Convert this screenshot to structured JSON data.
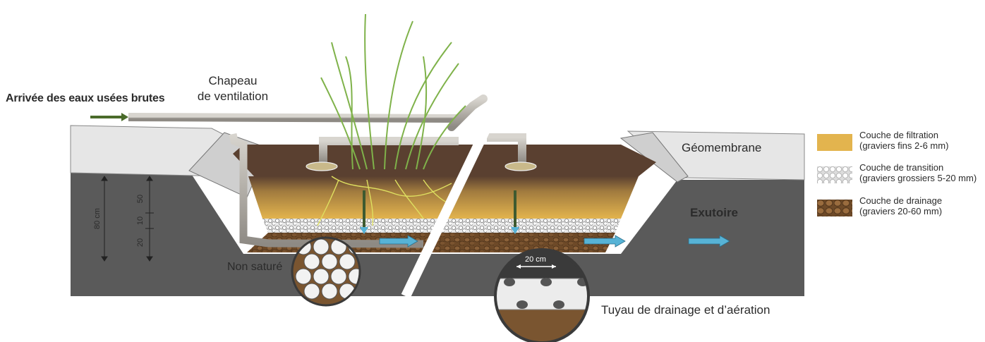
{
  "labels": {
    "arrivee": "Arrivée des eaux usées brutes",
    "chapeau_line1": "Chapeau",
    "chapeau_line2": "de ventilation",
    "geomembrane": "Géomembrane",
    "exutoire": "Exutoire",
    "non_sature": "Non saturé",
    "tuyau": "Tuyau de drainage et d’aération",
    "spacing": "20 cm"
  },
  "dimensions": {
    "total": "80 cm",
    "layer_top": "50",
    "layer_mid": "10",
    "layer_bottom": "20"
  },
  "legend": [
    {
      "line1": "Couche de filtration",
      "line2": "(graviers fins 2-6 mm)",
      "color": "#e3b44e"
    },
    {
      "line1": "Couche de transition",
      "line2": "(graviers grossiers 5-20 mm)",
      "color": "#d9d9d9"
    },
    {
      "line1": "Couche de drainage",
      "line2": "(graviers 20-60 mm)",
      "color": "#7a5530"
    }
  ],
  "colors": {
    "soil": "#555555",
    "top_soil": "#5a4030",
    "filtration": "#e3b44e",
    "drainage": "#7a5530",
    "pipe": "#b9b5ae",
    "flow_arrow": "#57b3d6",
    "inlet_arrow": "#4a6b2a",
    "plant": "#7fb24a"
  }
}
